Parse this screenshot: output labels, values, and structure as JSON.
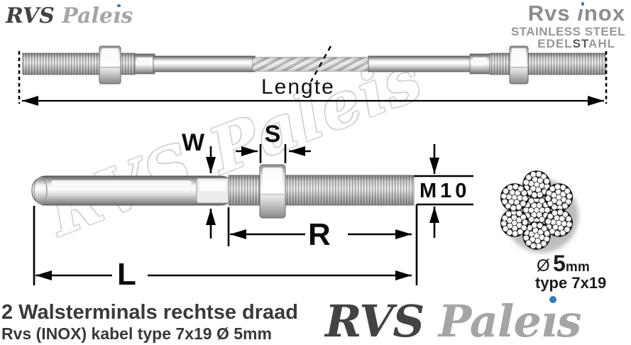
{
  "brand": {
    "top_left_logo": {
      "rvs": "RVS",
      "paleis_pre": "Pale",
      "paleis_i": "ı",
      "paleis_post": "s"
    },
    "top_right_logo": {
      "rvs": "Rvs",
      "inox_i": "ı",
      "inox_rest": "nox",
      "line2": "STAINLESS STEEL",
      "line3_pre": "EDEL",
      "line3_mid": "ST",
      "line3_post": "AHL"
    },
    "bottom_right_logo": {
      "rvs": "RVS",
      "paleis_pre": "Pale",
      "paleis_i": "ı",
      "paleis_post": "s"
    }
  },
  "watermark": {
    "text": "RVS Paleis"
  },
  "assembly_drawing": {
    "length_label": "Lengte"
  },
  "detail_drawing": {
    "labels": {
      "w": "W",
      "s": "S",
      "m": "M10",
      "r": "R",
      "l": "L"
    }
  },
  "cable_section": {
    "diameter_symbol": "Ø",
    "diameter_value": "5",
    "diameter_unit": "mm",
    "type_label": "type 7x19"
  },
  "caption": {
    "line1": "2 Walsterminals rechtse draad",
    "line2": "Rvs (INOX) kabel type 7x19 Ø 5mm"
  },
  "colors": {
    "accent_blue": "#2f7cc0",
    "logo_dark_gray": "#434345",
    "logo_light_gray": "#a5a5a7",
    "text_dark": "#39393b",
    "watermark_gray": "#d2d2d2"
  }
}
